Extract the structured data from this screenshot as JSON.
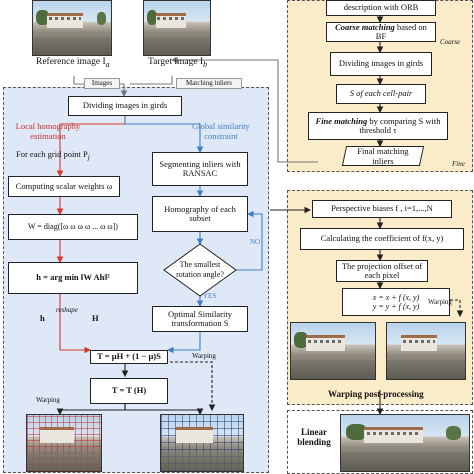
{
  "labels": {
    "reference_image": "Reference image I",
    "reference_sub": "a",
    "target_image": "Target image I",
    "target_sub": "b",
    "images": "Images",
    "matching_inliers": "Matching inliers",
    "coarse_title": "Coarse",
    "fine_title": "Fine",
    "dividing_grids": "Dividing images in girds",
    "local_homography": "Local homography estimation",
    "global_similarity": "Global similarity constraint",
    "grid_point": "For each grid point P",
    "grid_point_sub": "j",
    "scalar_weights": "Computing scalar weights ω",
    "weights_eq": "W = diag([ω ω ω ω ... ω ω])",
    "argmin_eq": "h = arg min ‖W Ah‖²",
    "reshape_left": "h",
    "reshape_label": "reshape",
    "reshape_right": "H",
    "segmenting": "Segmenting inliers with RANSAC",
    "homography_subset": "Homography of each subset",
    "smallest_rotation": "The smallest rotation angle?",
    "no": "NO",
    "yes": "YES",
    "optimal_similarity": "Optimal Similarity transformation S",
    "ts_eq": "T = μH + (1 − μ)S",
    "ta_eq": "T = T (H)",
    "warping": "Warping",
    "orb_desc": "description with ORB",
    "coarse_matching": "Coarse matching",
    "coarse_matching_rest": "based on BF",
    "dividing_grids_right": "Dividing images in girds",
    "cell_pair": "S of each cell-pair",
    "fine_matching": "Fine matching",
    "fine_matching_rest": "by comparing S with threshold τ",
    "final_inliers": "Final matching inliers",
    "perspective_biases": "Perspective biases f , i=1,...,N",
    "coefficient": "Calculating the coefficient of f(x, y)",
    "projection_offset": "The projection offset of each pixel",
    "xo_eq": "x = x + f (x, y)",
    "yo_eq": "y = y + f (x, y)",
    "warping_post": "Warping post-processing",
    "linear_blending": "Linear blending"
  },
  "colors": {
    "left_panel_bg": "#dfe8f6",
    "right_panel_bg": "#fbecc9",
    "red_arrow": "#d23a2a",
    "blue_arrow": "#3f7fc6",
    "gray_arrow": "#777777"
  }
}
